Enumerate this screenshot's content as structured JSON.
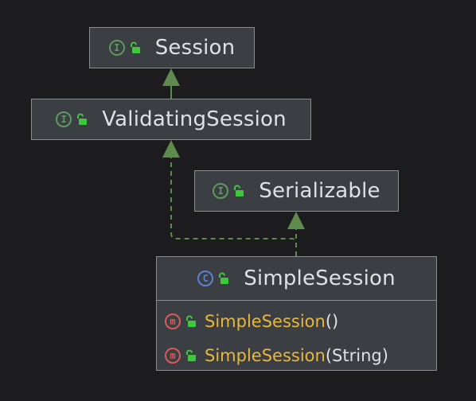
{
  "diagram": {
    "colors": {
      "background": "#1c1c1e",
      "node_fill": "#3b3e42",
      "node_border": "#8a8d91",
      "edge": "#5e8a4e",
      "interface_badge": "#5e9a5f",
      "class_badge": "#5b84d6",
      "method_badge": "#d85b5b",
      "method_name": "#e8b73c",
      "lock": "#3dc83d"
    },
    "nodes": {
      "session": {
        "kind": "interface",
        "badge": "I",
        "title": "Session"
      },
      "validating_session": {
        "kind": "interface",
        "badge": "I",
        "title": "ValidatingSession"
      },
      "serializable": {
        "kind": "interface",
        "badge": "I",
        "title": "Serializable"
      },
      "simple_session": {
        "kind": "class",
        "badge": "C",
        "title": "SimpleSession",
        "members": [
          {
            "badge": "m",
            "name": "SimpleSession",
            "params": "()"
          },
          {
            "badge": "m",
            "name": "SimpleSession",
            "params": "(String)"
          }
        ]
      }
    },
    "edges": [
      {
        "from": "validating_session",
        "to": "session",
        "style": "solid",
        "kind": "extends"
      },
      {
        "from": "simple_session",
        "to": "validating_session",
        "style": "dashed",
        "kind": "implements"
      },
      {
        "from": "simple_session",
        "to": "serializable",
        "style": "dashed",
        "kind": "implements"
      }
    ]
  }
}
